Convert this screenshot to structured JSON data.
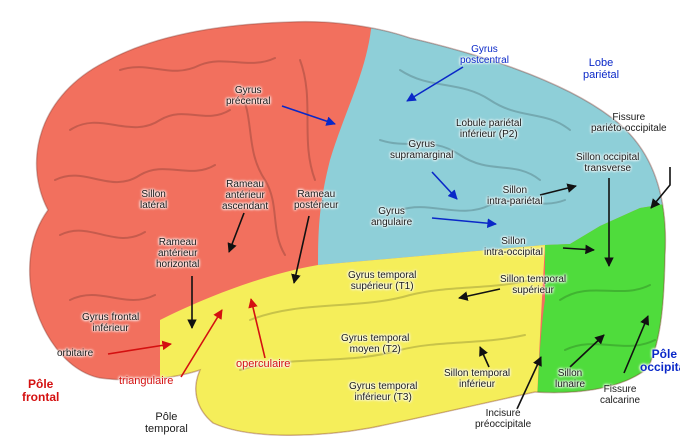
{
  "labels": {
    "gyrus_postcentral": [
      "Gyrus",
      "postcentral"
    ],
    "lobe_parietal": [
      "Lobe",
      "pariétal"
    ],
    "gyrus_precentral": [
      "Gyrus",
      "précentral"
    ],
    "lobule_parietal_inferieur": [
      "Lobule pariétal",
      "inférieur (P2)"
    ],
    "fissure_parieto_occipitale": [
      "Fissure",
      "pariéto-occipitale"
    ],
    "gyrus_supramarginal": [
      "Gyrus",
      "supramarginal"
    ],
    "sillon_occipital_transverse": [
      "Sillon occipital",
      "transverse"
    ],
    "sillon_lateral": [
      "Sillon",
      "latéral"
    ],
    "rameau_anterieur_ascendant": [
      "Rameau",
      "antérieur",
      "ascendant"
    ],
    "rameau_posterieur": [
      "Rameau",
      "postérieur"
    ],
    "sillon_intra_parietal": [
      "Sillon",
      "intra-pariétal"
    ],
    "gyrus_angulaire": [
      "Gyrus",
      "angulaire"
    ],
    "rameau_anterieur_horizontal": [
      "Rameau",
      "antérieur",
      "horizontal"
    ],
    "sillon_intra_occipital": [
      "Sillon",
      "intra-occipital"
    ],
    "gyrus_temporal_superieur": [
      "Gyrus temporal",
      "supérieur (T1)"
    ],
    "sillon_temporal_superieur": [
      "Sillon temporal",
      "supérieur"
    ],
    "gyrus_frontal_inferieur": [
      "Gyrus frontal",
      "inférieur"
    ],
    "gyrus_temporal_moyen": [
      "Gyrus temporal",
      "moyen (T2)"
    ],
    "orbitaire": [
      "orbitaire"
    ],
    "operculaire": [
      "operculaire"
    ],
    "pole_occipital": [
      "Pôle",
      "occipital"
    ],
    "sillon_temporal_inferieur": [
      "Sillon temporal",
      "inférieur"
    ],
    "sillon_lunaire": [
      "Sillon",
      "lunaire"
    ],
    "gyrus_temporal_inferieur": [
      "Gyrus temporal",
      "inférieur (T3)"
    ],
    "pole_frontal": [
      "Pôle",
      "frontal"
    ],
    "triangulaire": [
      "triangulaire"
    ],
    "fissure_calcarine": [
      "Fissure",
      "calcarine"
    ],
    "pole_temporal": [
      "Pôle",
      "temporal"
    ],
    "incisure_preoccipitale": [
      "Incisure",
      "préoccipitale"
    ]
  },
  "colors": {
    "frontal": "#f2705e",
    "parietal": "#8ecfd8",
    "temporal": "#f5ee5a",
    "occipital": "#4fdc3c",
    "label_blue": "#0a28c8",
    "label_red": "#d41010",
    "label_dark": "#1a1a1a"
  }
}
